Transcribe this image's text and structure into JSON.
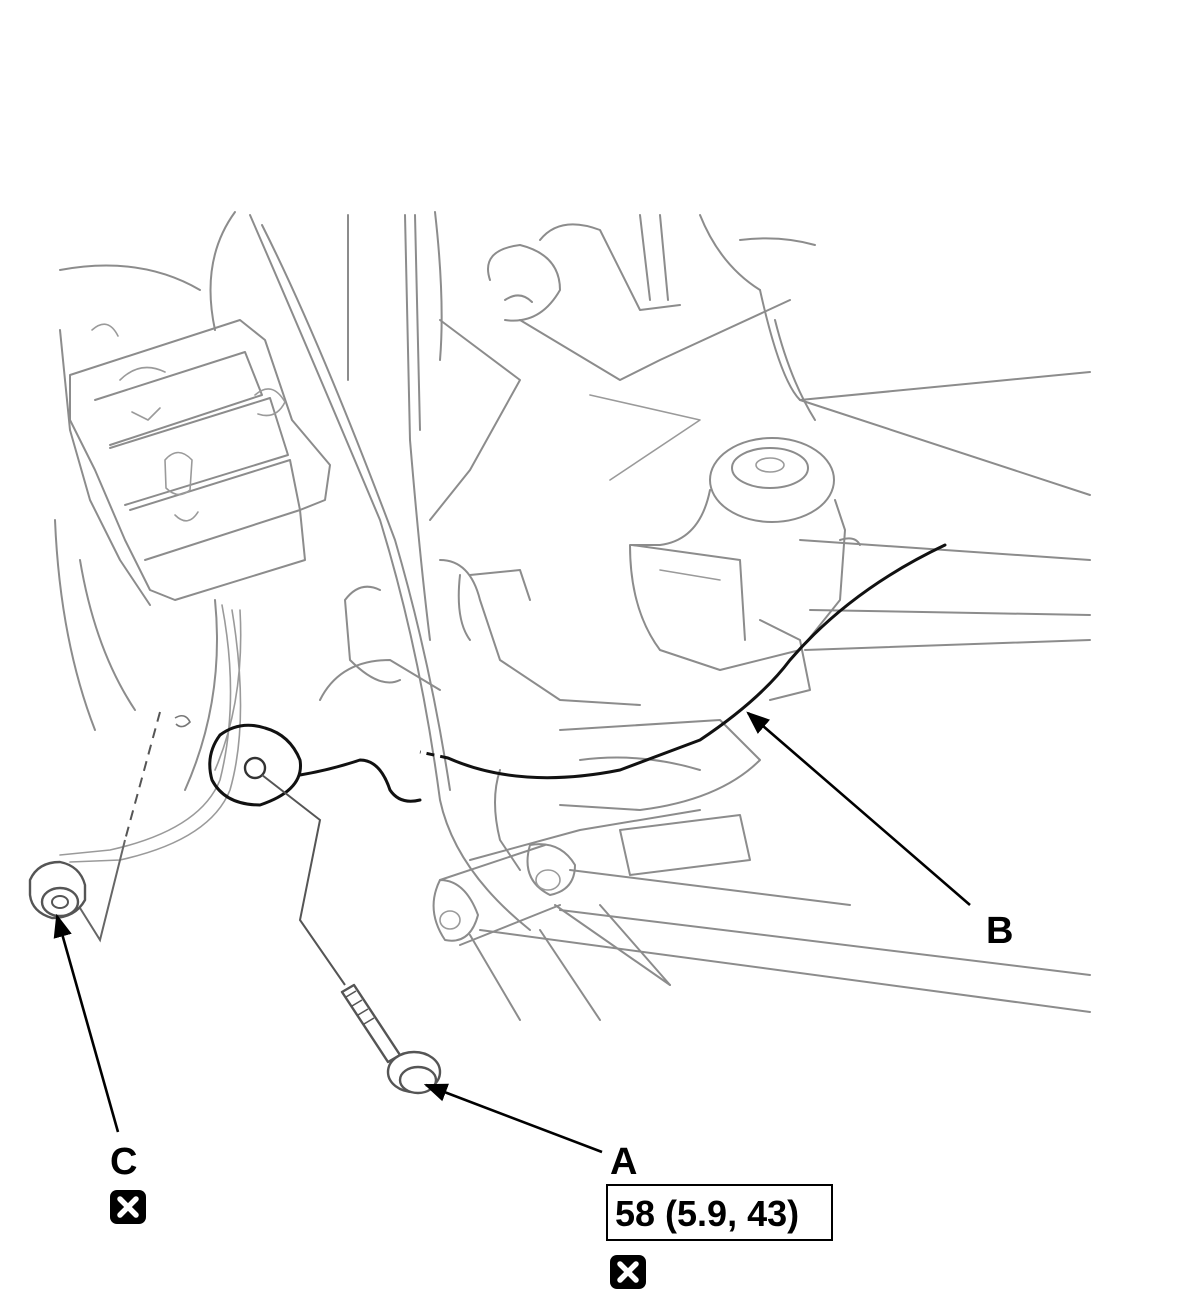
{
  "labels": {
    "a": "A",
    "b": "B",
    "c": "C"
  },
  "torque_spec": "58 (5.9, 43)",
  "icons": {
    "replace_mark": "boxed-x-replace-icon",
    "arrow": "arrowhead"
  },
  "colors": {
    "ink": "#000000",
    "linework": "#8c8c8c",
    "background": "#ffffff"
  }
}
